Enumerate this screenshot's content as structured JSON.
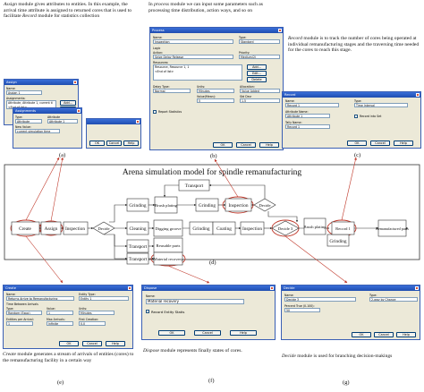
{
  "captions": {
    "assign": {
      "module": "Assign",
      "text": " module gives attributes to entities. In this example, the arrival time attribute is assigned to returned cores that is used to facilitate ",
      "module2": "Record",
      "text2": " module for statistics collection"
    },
    "process": {
      "prefix": "In ",
      "module": "process",
      "text": " module we can input some parameters such as processing time distribution, action ways, and so on"
    },
    "record": {
      "module": "Record",
      "text": " module is to track the number of cores being operated at individual remanufacturing stages and the traversing time needed for the cores to reach this stage."
    },
    "create": {
      "module": "Create",
      "text": " module generates a stream of arrivals of entities (cores) to the remanufacturing facility in a certain way"
    },
    "dispose": {
      "module": "Dispose",
      "text": " module represents finally states of cores."
    },
    "decide": {
      "module": "Decide",
      "text": " module is  used for branching decision-makings"
    }
  },
  "labels": {
    "a": "(a)",
    "b": "(b)",
    "c": "(c)",
    "d": "(d)",
    "e": "(e)",
    "f": "(f)",
    "g": "(g)"
  },
  "diagram": {
    "title": "Arena simulation model for spindle remanufacturing",
    "nodes": {
      "create": "Create",
      "assign": "Assign",
      "inspection1": "Inspection",
      "decide1": "Decide",
      "grinding1": "Grinding",
      "brush1": "Brush plating",
      "grinding2": "Grinding",
      "inspection2": "Inspection",
      "decide2": "Decide",
      "transport_top": "Transport",
      "cleaning": "Cleaning",
      "digging": "Digging groove",
      "grinding3": "Grinding",
      "coating": "Coating",
      "inspection3": "Inspection",
      "decide3": "Decide 3",
      "brush2": "Brush plating",
      "grinding4": "Grinding",
      "record": "Record 1",
      "remanufactured": "Remanufactured parts",
      "transport1": "Transport",
      "reusable": "Reusable parts",
      "transport2": "Transport",
      "material": "Material recovery"
    }
  },
  "dialogs": {
    "assign": {
      "title": "Assign",
      "name_label": "Name:",
      "name_value": "Assign 1",
      "assignments_label": "Assignments:",
      "assignments_value": "Attribute, Attribute 1, current ti",
      "end_of_list": "<End of list>",
      "add": "Add...",
      "edit": "Edit...",
      "delete": "Delete",
      "ok": "OK",
      "cancel": "Cancel",
      "help": "Help",
      "sub_title": "Assignments",
      "type_label": "Type:",
      "type_value": "Attribute",
      "attr_label": "Attribute",
      "attr_value": "Attribute 1",
      "newval_label": "New Value:",
      "newval_value": "current simulation time"
    },
    "process": {
      "title": "Process",
      "name_label": "Name:",
      "name_value": "Inspection",
      "type_label": "Type:",
      "type_value": "Standard",
      "logic_label": "Logic",
      "action_label": "Action:",
      "action_value": "Seize Delay Release",
      "priority_label": "Priority:",
      "priority_value": "Medium(2)",
      "resources_label": "Resources:",
      "resource_value": "Resource, Resource 1, 1",
      "end_of_list": "<End of list>",
      "add": "Add...",
      "edit": "Edit...",
      "delete": "Delete",
      "delay_label": "Delay Type:",
      "delay_value": "Normal",
      "units_label": "Units:",
      "units_value": "Minutes",
      "alloc_label": "Allocation:",
      "alloc_value": "Value Added",
      "value_label": "Value:",
      "value_value": "1",
      "mean_label": "Value(Mean):",
      "mean_value": "5",
      "std_label": "Std Dev:",
      "std_value": "1.5",
      "report_label": "Report Statistics",
      "ok": "OK",
      "cancel": "Cancel",
      "help": "Help"
    },
    "record": {
      "title": "Record",
      "name_label": "Name:",
      "name_value": "Record 1",
      "type_label": "Type:",
      "type_value": "Time Interval",
      "attr_label": "Attribute Name:",
      "attr_value": "Attribute 1",
      "into_label": "Record into Set",
      "tally_label": "Tally Name:",
      "tally_value": "Record 1",
      "ok": "OK",
      "cancel": "Cancel",
      "help": "Help"
    },
    "create": {
      "title": "Create",
      "name_label": "Name:",
      "name_value": "Returns Arrive to Remanufacturing",
      "etype_label": "Entity Type:",
      "etype_value": "Entity 1",
      "tba_label": "Time Between Arrivals",
      "type_label": "Type:",
      "type_value": "Random (Expo)",
      "value_label": "Value:",
      "value_value": "1",
      "units_label": "Units:",
      "units_value": "Minutes",
      "epa_label": "Entities per Arrival:",
      "epa_value": "1",
      "max_label": "Max Arrivals:",
      "max_value": "Infinite",
      "first_label": "First Creation:",
      "first_value": "0.0",
      "ok": "OK",
      "cancel": "Cancel",
      "help": "Help"
    },
    "dispose": {
      "title": "Dispose",
      "name_label": "Name:",
      "name_value": "Material recovery",
      "stats_label": "Record Entity Statis",
      "ok": "OK",
      "cancel": "Cancel",
      "help": "Help"
    },
    "decide": {
      "title": "Decide",
      "name_label": "Name:",
      "name_value": "Decide 3",
      "type_label": "Type:",
      "type_value": "2-way by Chance",
      "percent_label": "Percent True (0-100):",
      "percent_value": "50",
      "ok": "OK",
      "cancel": "Cancel",
      "help": "Help"
    }
  },
  "colors": {
    "ellipse": "#c0392b",
    "dialog_title": "#2a5bc4",
    "node_border": "#333333"
  }
}
